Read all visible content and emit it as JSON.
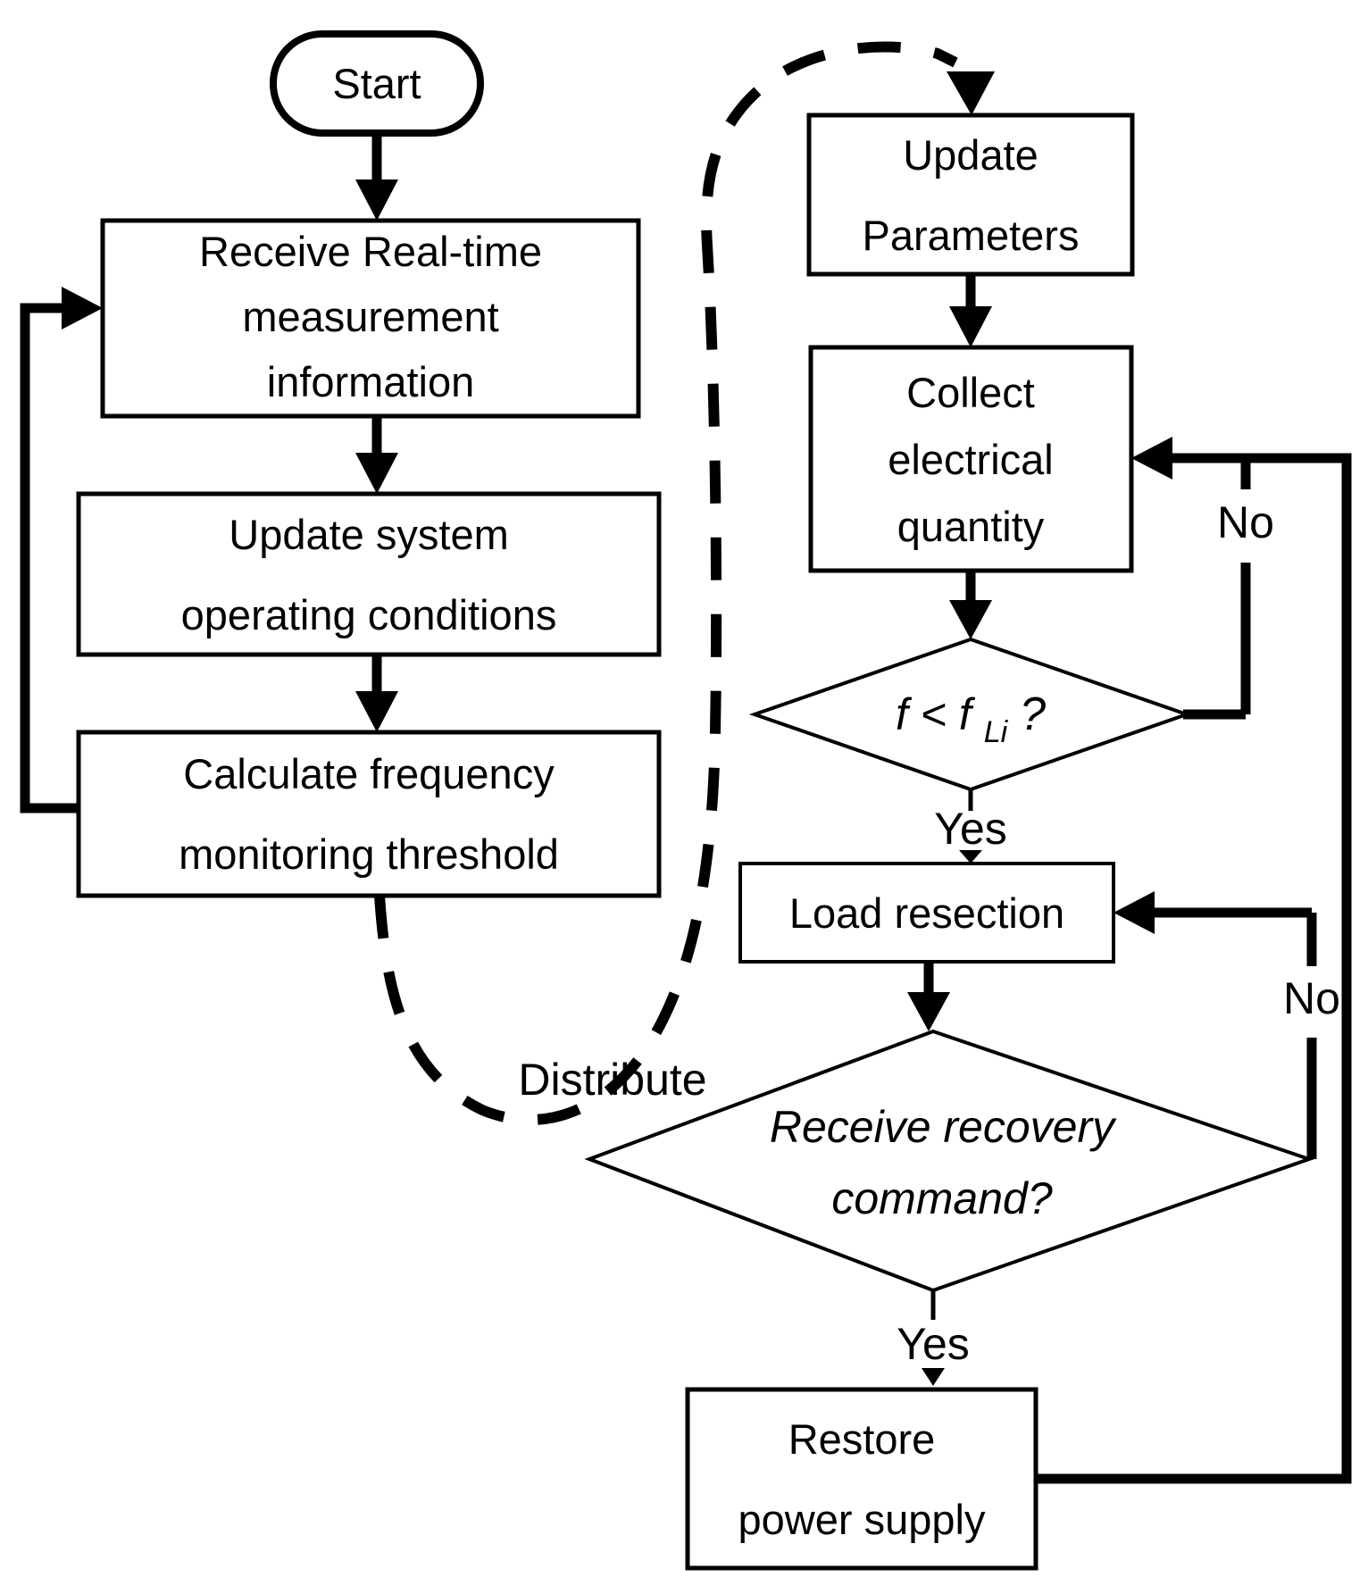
{
  "diagram": {
    "kind": "flowchart",
    "colors": {
      "stroke": "#000000",
      "fill": "#ffffff"
    },
    "nodes": {
      "start": {
        "label": "Start",
        "shape": "stadium"
      },
      "receive_measurement": {
        "shape": "process",
        "line1": "Receive Real-time",
        "line2": "measurement",
        "line3": "information"
      },
      "update_system": {
        "shape": "process",
        "line1": "Update system",
        "line2": "operating conditions"
      },
      "calculate_threshold": {
        "shape": "process",
        "line1": "Calculate frequency",
        "line2": "monitoring threshold"
      },
      "update_parameters": {
        "shape": "process",
        "line1": "Update",
        "line2": "Parameters"
      },
      "collect_quantity": {
        "shape": "process",
        "line1": "Collect",
        "line2": "electrical",
        "line3": "quantity"
      },
      "frequency_decision": {
        "shape": "decision",
        "lhs": "f",
        "operator": "<",
        "rhs": "f",
        "subscript": "Li",
        "question_mark": "?"
      },
      "load_resection": {
        "shape": "process",
        "label": "Load resection"
      },
      "recovery_decision": {
        "shape": "decision",
        "line1": "Receive recovery",
        "line2": "command?"
      },
      "restore_power": {
        "shape": "process",
        "line1": "Restore",
        "line2": "power supply"
      }
    },
    "labels": {
      "distribute": "Distribute",
      "yes_frequency": "Yes",
      "no_frequency": "No",
      "yes_recovery": "Yes",
      "no_recovery": "No"
    }
  }
}
